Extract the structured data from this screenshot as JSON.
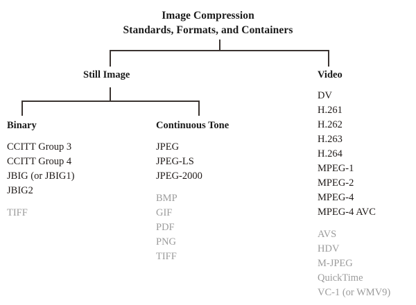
{
  "title": {
    "line1": "Image Compression",
    "line2": "Standards, Formats, and Containers"
  },
  "branches": {
    "still_image": "Still Image",
    "video": "Video"
  },
  "colors": {
    "primary_text": "#1f1a18",
    "secondary_text": "#9b9b9b",
    "line": "#3a3330",
    "background": "#ffffff"
  },
  "columns": {
    "binary": {
      "title": "Binary",
      "primary": [
        "CCITT Group 3",
        "CCITT Group 4",
        "JBIG (or JBIG1)",
        "JBIG2"
      ],
      "secondary": [
        "TIFF"
      ]
    },
    "continuous_tone": {
      "title": "Continuous Tone",
      "primary": [
        "JPEG",
        "JPEG-LS",
        "JPEG-2000"
      ],
      "secondary": [
        "BMP",
        "GIF",
        "PDF",
        "PNG",
        "TIFF"
      ]
    },
    "video": {
      "title": "Video",
      "primary": [
        "DV",
        "H.261",
        "H.262",
        "H.263",
        "H.264",
        "MPEG-1",
        "MPEG-2",
        "MPEG-4",
        "MPEG-4 AVC"
      ],
      "secondary": [
        "AVS",
        "HDV",
        "M-JPEG",
        "QuickTime",
        "VC-1 (or WMV9)"
      ]
    }
  }
}
